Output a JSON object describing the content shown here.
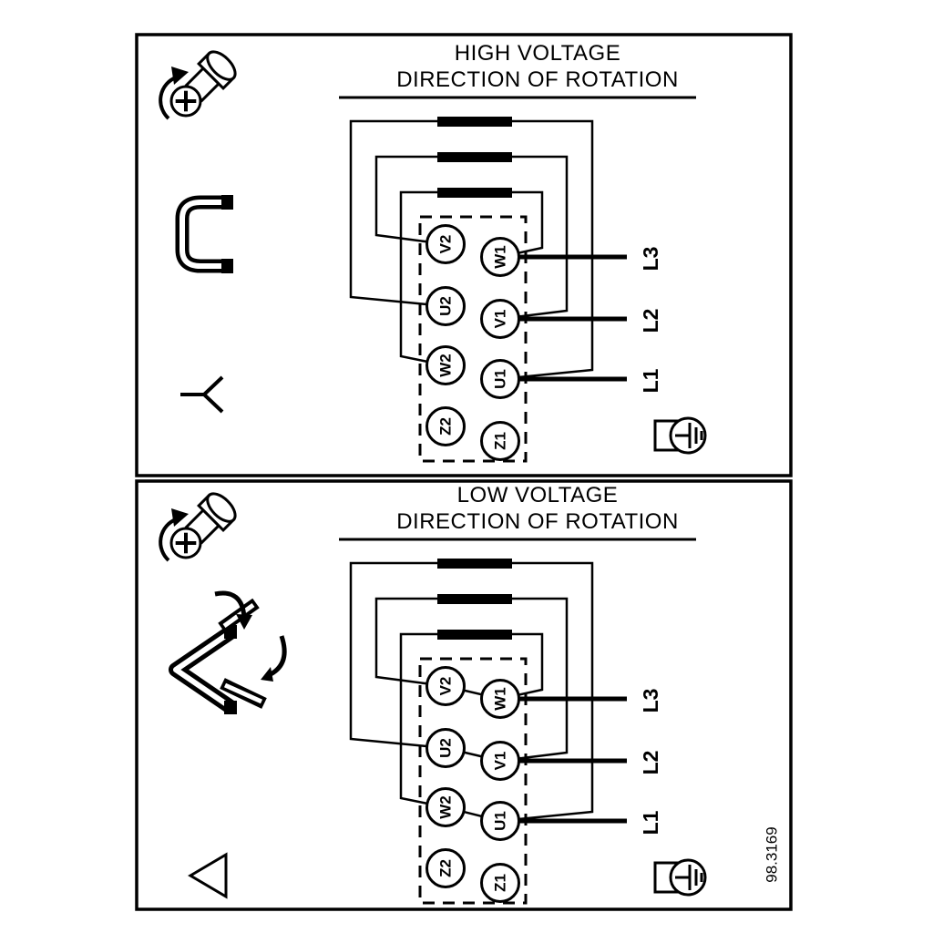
{
  "figure": {
    "number": "98.3169"
  },
  "panels": {
    "high": {
      "title": "HIGH VOLTAGE",
      "subtitle": "DIRECTION OF ROTATION",
      "connection_symbol": "star",
      "terminals": {
        "left": [
          "V2",
          "U2",
          "W2",
          "Z2"
        ],
        "right": [
          "W1",
          "V1",
          "U1",
          "Z1"
        ]
      },
      "supply_lines": [
        "L3",
        "L2",
        "L1"
      ]
    },
    "low": {
      "title": "LOW VOLTAGE",
      "subtitle": "DIRECTION OF ROTATION",
      "connection_symbol": "delta",
      "terminals": {
        "left": [
          "V2",
          "U2",
          "W2",
          "Z2"
        ],
        "right": [
          "W1",
          "V1",
          "U1",
          "Z1"
        ]
      },
      "supply_lines": [
        "L3",
        "L2",
        "L1"
      ]
    }
  }
}
